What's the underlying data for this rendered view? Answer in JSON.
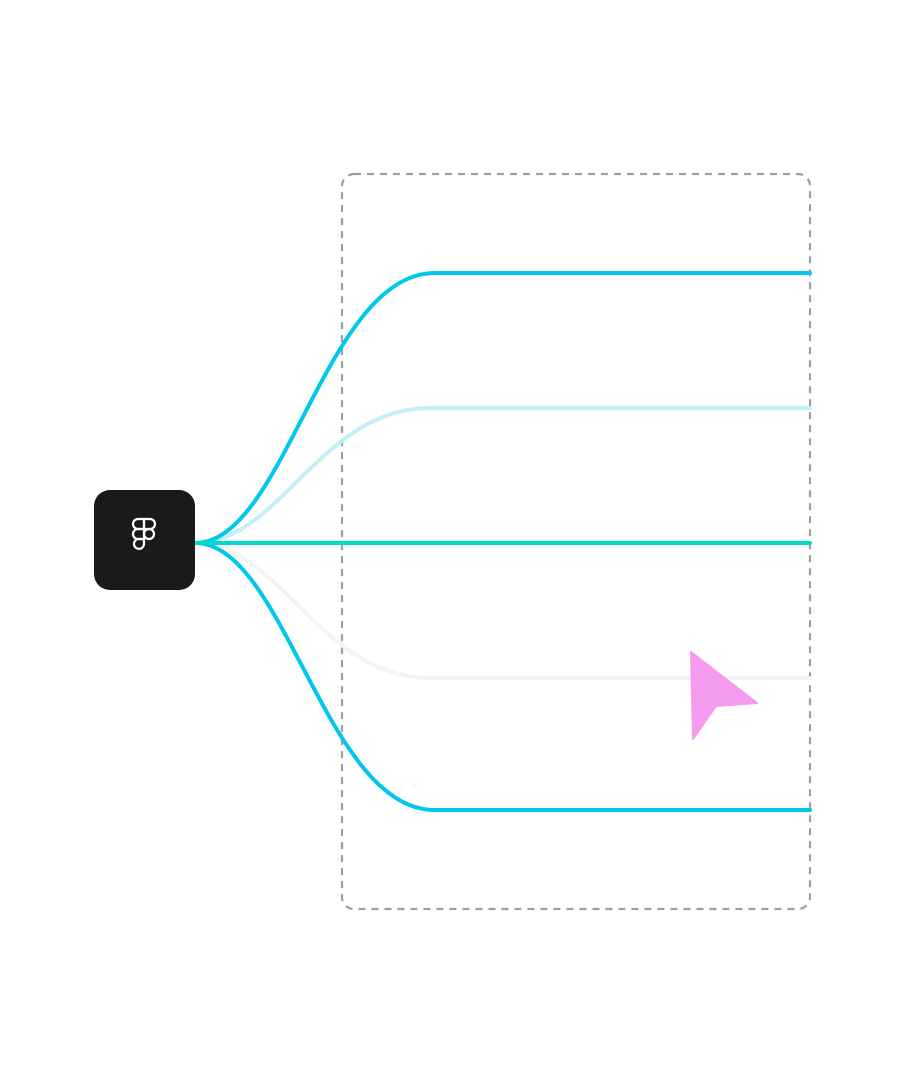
{
  "diagram": {
    "source_node": {
      "icon": "figma-logo-icon",
      "background": "#1a1a1a",
      "icon_color": "#ffffff"
    },
    "frame": {
      "style": "dashed",
      "stroke": "#9e9e9e"
    },
    "connectors": [
      {
        "id": "connector-1",
        "color": "#00c8ec",
        "opacity": 1.0
      },
      {
        "id": "connector-2",
        "color": "#c2f0f7",
        "opacity": 1.0
      },
      {
        "id": "connector-3",
        "color": "#00dcc6",
        "opacity": 1.0
      },
      {
        "id": "connector-4",
        "color": "#f4f4f2",
        "opacity": 1.0
      },
      {
        "id": "connector-5",
        "color": "#00c8ec",
        "opacity": 1.0
      }
    ],
    "cursor": {
      "icon": "pointer-cursor-icon",
      "color": "#f59bef"
    }
  }
}
